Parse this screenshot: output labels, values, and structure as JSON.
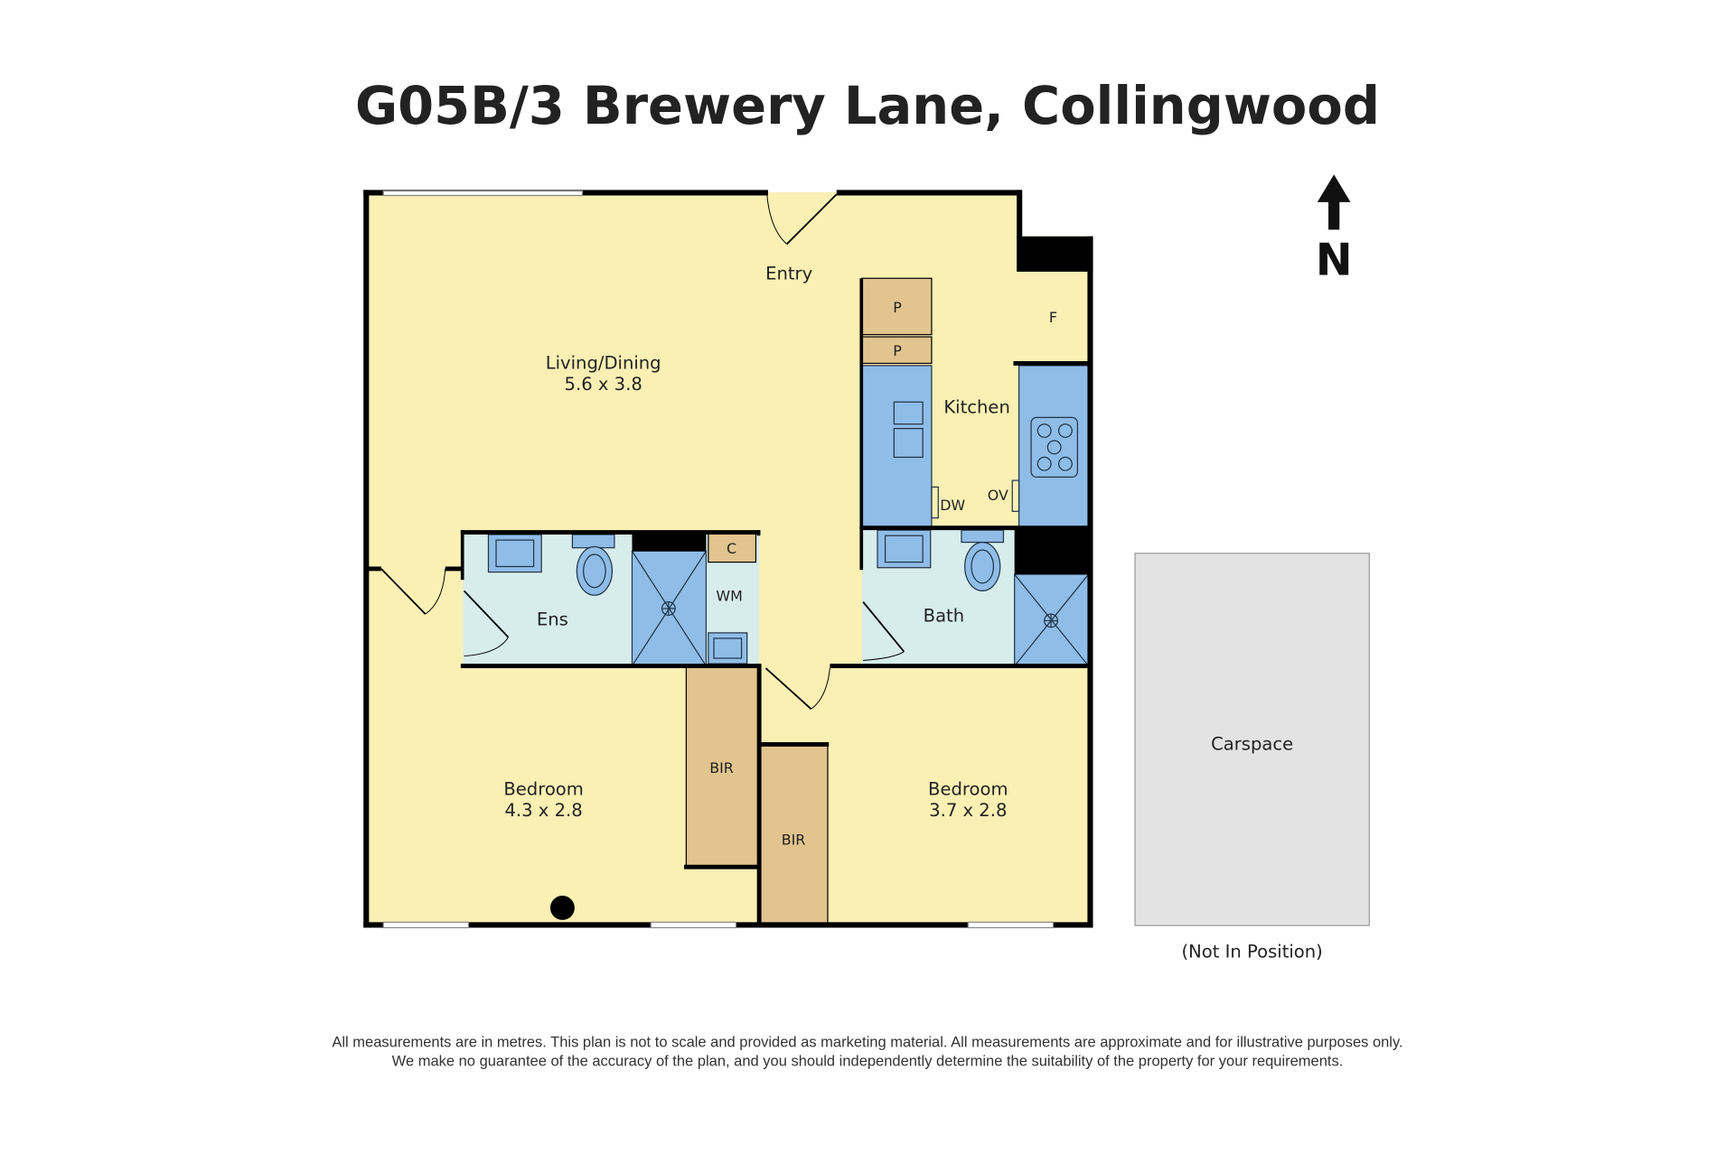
{
  "title": "G05B/3 Brewery Lane, Collingwood",
  "north_label": "N",
  "rooms": {
    "entry": "Entry",
    "living_name": "Living/Dining",
    "living_size": "5.6 x 3.8",
    "kitchen": "Kitchen",
    "pantry1": "P",
    "pantry2": "P",
    "fridge": "F",
    "dishwasher": "DW",
    "oven": "OV",
    "ensuite": "Ens",
    "cupboard": "C",
    "washing_machine": "WM",
    "bath": "Bath",
    "bedroom1_name": "Bedroom",
    "bedroom1_size": "4.3 x 2.8",
    "bir1": "BIR",
    "bir2": "BIR",
    "bedroom2_name": "Bedroom",
    "bedroom2_size": "3.7 x 2.8",
    "carspace": "Carspace",
    "carspace_note": "(Not In Position)"
  },
  "disclaimer": [
    "All measurements are in metres. This plan is not to scale and provided as marketing material. All measurements are approximate and for illustrative purposes only.",
    "We make no guarantee of the accuracy of the plan, and you should independently determine the suitability of the property for your requirements."
  ],
  "colors": {
    "floor": "#FAF0B4",
    "wet": "#D6EDEC",
    "fixture": "#8FBDE8",
    "joinery": "#E2C48E",
    "carspace": "#E3E3E3",
    "wall": "#000000"
  }
}
